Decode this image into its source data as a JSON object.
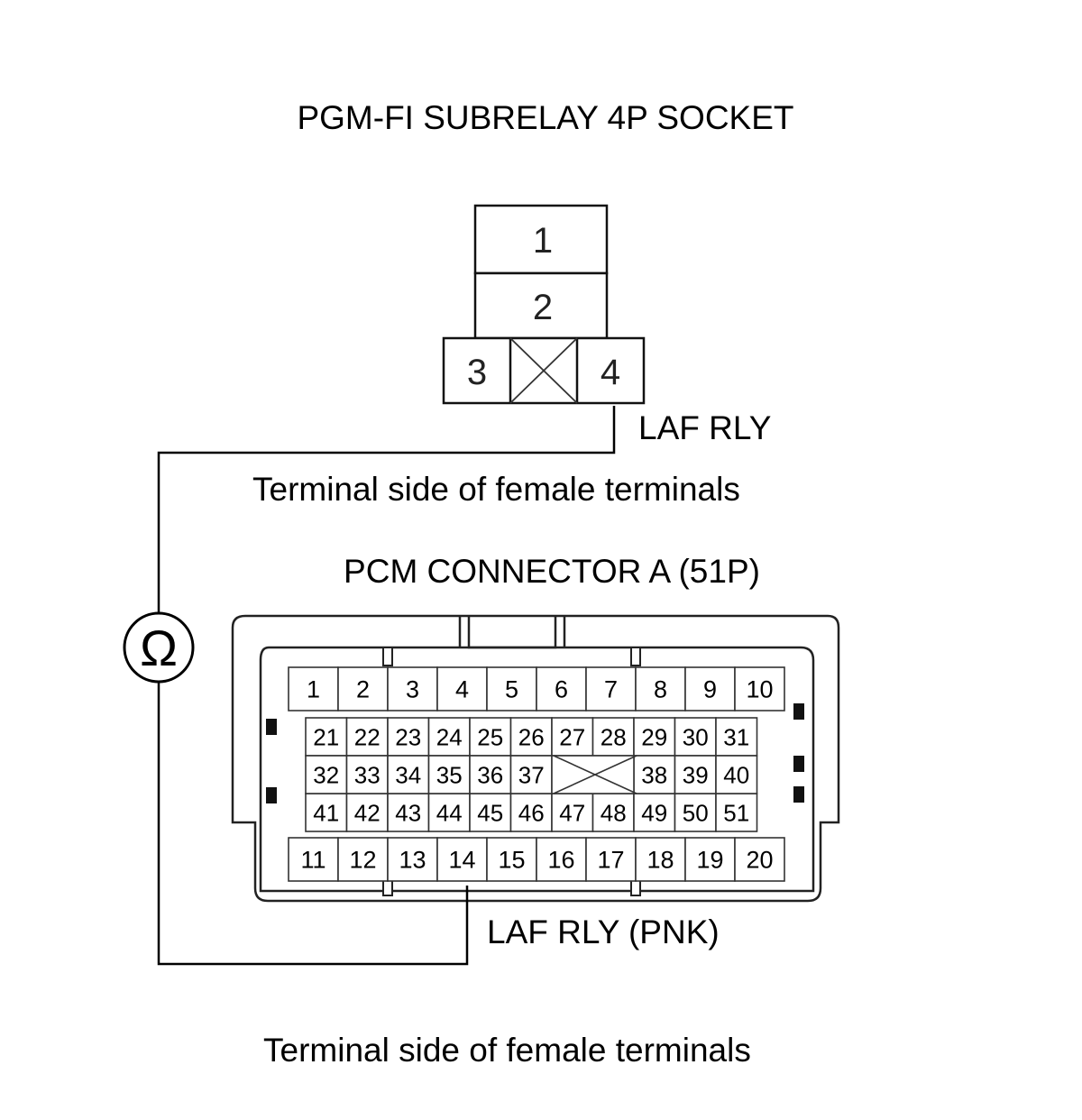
{
  "socket": {
    "title": "PGM-FI SUBRELAY 4P SOCKET",
    "pins": [
      "1",
      "2",
      "3",
      "4"
    ],
    "wire_label": "LAF RLY",
    "side_note": "Terminal side of female terminals"
  },
  "pcm": {
    "title": "PCM CONNECTOR A (51P)",
    "rows": [
      [
        "1",
        "2",
        "3",
        "4",
        "5",
        "6",
        "7",
        "8",
        "9",
        "10"
      ],
      [
        "21",
        "22",
        "23",
        "24",
        "25",
        "26",
        "27",
        "28",
        "29",
        "30",
        "31"
      ],
      [
        "32",
        "33",
        "34",
        "35",
        "36",
        "37",
        "38",
        "39",
        "40"
      ],
      [
        "41",
        "42",
        "43",
        "44",
        "45",
        "46",
        "47",
        "48",
        "49",
        "50",
        "51"
      ],
      [
        "11",
        "12",
        "13",
        "14",
        "15",
        "16",
        "17",
        "18",
        "19",
        "20"
      ]
    ],
    "wire_label": "LAF RLY (PNK)",
    "side_note": "Terminal side of female terminals"
  },
  "meter": {
    "symbol": "Ω",
    "icon": "ohmmeter-icon"
  }
}
